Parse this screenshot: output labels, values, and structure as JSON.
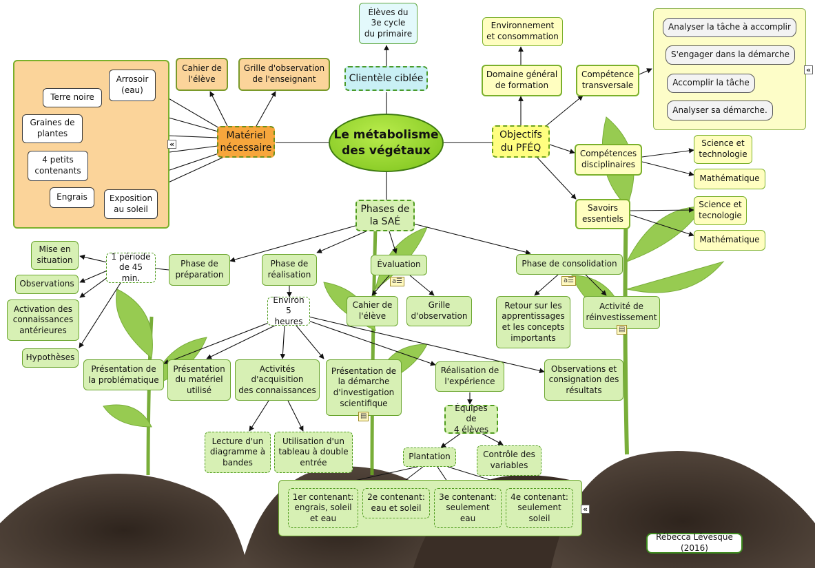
{
  "center": {
    "label": "Le métabolisme\ndes végétaux"
  },
  "clientele": {
    "label": "Clientèle ciblée",
    "child": "Élèves du\n3e cycle\ndu primaire"
  },
  "materiel": {
    "label": "Matériel\nnécessaire",
    "tools": [
      "Cahier de\nl'élève",
      "Grille d'observation\nde l'enseignant"
    ],
    "items": [
      "Arrosoir\n(eau)",
      "Terre noire",
      "Graines de\nplantes",
      "4 petits\ncontenants",
      "Engrais",
      "Exposition\nau soleil"
    ]
  },
  "objectifs": {
    "label": "Objectifs\ndu PFÉQ",
    "domaine": "Domaine général\nde formation",
    "environnement": "Environnement\net consommation",
    "transversale": "Compétence\ntransversale",
    "transversale_items": [
      "Analyser la tâche à accomplir",
      "S'engager dans la démarche",
      "Accomplir la tâche",
      "Analyser sa démarche."
    ],
    "disciplinaires": "Compétences\ndisciplinaires",
    "disciplinaires_items": [
      "Science et\ntechnologie",
      "Mathématique"
    ],
    "savoirs": "Savoirs\nessentiels",
    "savoirs_items": [
      "Science et\ntecnologie",
      "Mathématique"
    ]
  },
  "phases": {
    "label": "Phases de\nla SAÉ",
    "preparation": {
      "label": "Phase de\npréparation",
      "periode": "1 période\nde 45 min.",
      "items": [
        "Mise en\nsituation",
        "Observations",
        "Activation des\nconnaissances\nantérieures",
        "Hypothèses"
      ]
    },
    "realisation": {
      "label": "Phase de\nréalisation",
      "duree": "Environ\n5 heures",
      "presentation_problematique": "Présentation de\nla problématique",
      "presentation_materiel": "Présentation\ndu matériel\nutilisé",
      "activites": "Activités\nd'acquisition\ndes connaissances",
      "activites_items": [
        "Lecture d'un\ndiagramme à\nbandes",
        "Utilisation d'un\ntableau à double\nentrée"
      ],
      "demarche": "Présentation de\nla démarche\nd'investigation\nscientifique",
      "experience": "Réalisation de\nl'expérience",
      "equipes": "Équipes de\n4 élèves",
      "plantation": "Plantation",
      "controle": "Contrôle des\nvariables",
      "contenants": [
        "1er contenant:\nengrais, soleil\net eau",
        "2e contenant:\neau et soleil",
        "3e contenant:\nseulement\neau",
        "4e contenant:\nseulement\nsoleil"
      ],
      "observations": "Observations et\nconsignation des\nrésultats"
    },
    "evaluation": {
      "label": "Évaluation",
      "items": [
        "Cahier de\nl'élève",
        "Grille\nd'observation"
      ]
    },
    "consolidation": {
      "label": "Phase de consolidation",
      "items": [
        "Retour sur les\napprentissages\net les concepts\nimportants",
        "Activité de\nréinvestissement"
      ]
    }
  },
  "author": "Rébecca Lévesque (2016)",
  "collapse_symbol": "«"
}
